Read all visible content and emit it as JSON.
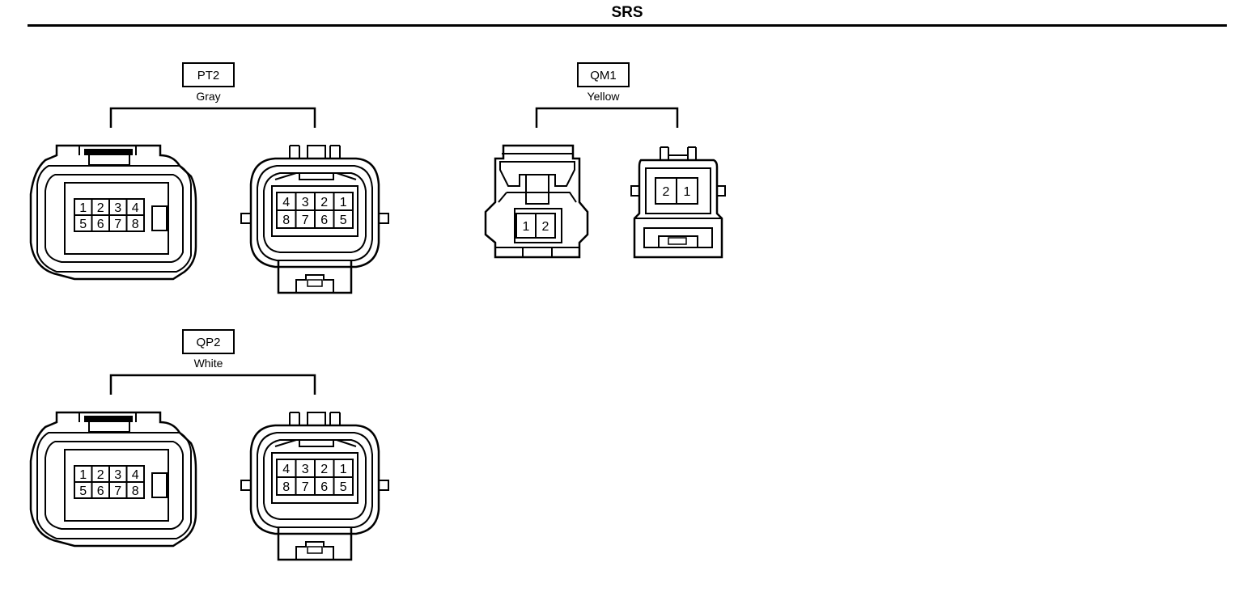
{
  "title": "SRS",
  "connectors": [
    {
      "code": "PT2",
      "color": "Gray",
      "female_pins": [
        "1",
        "2",
        "3",
        "4",
        "5",
        "6",
        "7",
        "8"
      ],
      "male_pins": [
        "4",
        "3",
        "2",
        "1",
        "8",
        "7",
        "6",
        "5"
      ]
    },
    {
      "code": "QM1",
      "color": "Yellow",
      "female_pins": [
        "1",
        "2"
      ],
      "male_pins": [
        "2",
        "1"
      ]
    },
    {
      "code": "QP2",
      "color": "White",
      "female_pins": [
        "1",
        "2",
        "3",
        "4",
        "5",
        "6",
        "7",
        "8"
      ],
      "male_pins": [
        "4",
        "3",
        "2",
        "1",
        "8",
        "7",
        "6",
        "5"
      ]
    }
  ]
}
